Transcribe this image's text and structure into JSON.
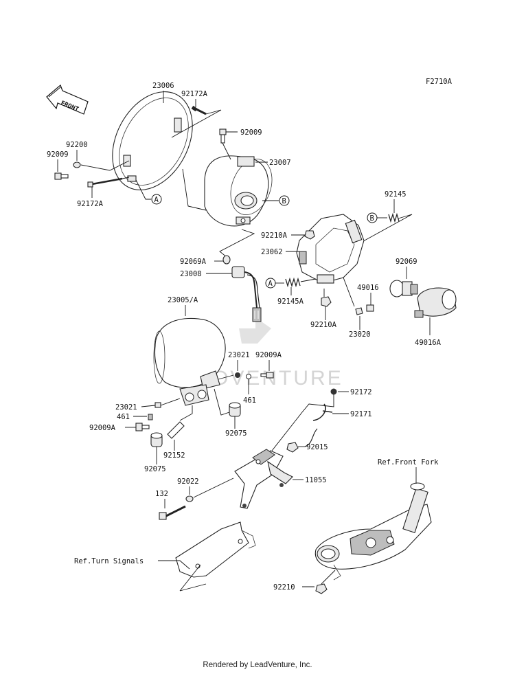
{
  "diagram": {
    "figure_code": "F2710A",
    "front_arrow_label": "FRONT",
    "watermark": "LEADVENTURE",
    "footer": "Rendered by LeadVenture, Inc.",
    "callouts": {
      "a": "A",
      "b": "B"
    },
    "parts": {
      "p23006": "23006",
      "p92172A_top": "92172A",
      "p92200": "92200",
      "p92009_left": "92009",
      "p92172A_bottom": "92172A",
      "p92009_top": "92009",
      "p23007": "23007",
      "p92069A": "92069A",
      "p23008": "23008",
      "p92145": "92145",
      "p92210A_top": "92210A",
      "p23062": "23062",
      "p92069": "92069",
      "p49016": "49016",
      "p92145A": "92145A",
      "p92210A_bottom": "92210A",
      "p23020": "23020",
      "p49016A": "49016A",
      "p23005A": "23005/A",
      "p23021_right": "23021",
      "p92009A_right": "92009A",
      "p461_right": "461",
      "p23021_left": "23021",
      "p461_left": "461",
      "p92009A_left": "92009A",
      "p92075_right": "92075",
      "p92152": "92152",
      "p92075_left": "92075",
      "p92172": "92172",
      "p92171": "92171",
      "p92015": "92015",
      "p11055": "11055",
      "p92022": "92022",
      "p132": "132",
      "p92210": "92210"
    },
    "refs": {
      "front_fork": "Ref.Front Fork",
      "turn_signals": "Ref.Turn Signals"
    }
  }
}
